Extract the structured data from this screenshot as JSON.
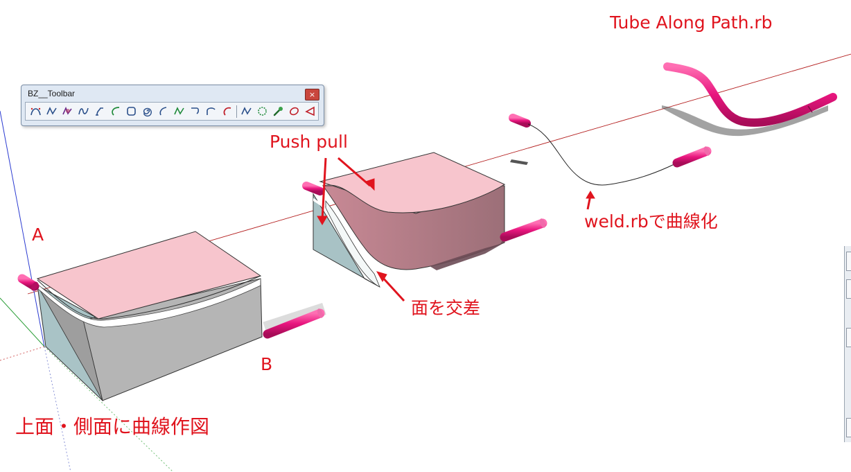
{
  "labels": {
    "title": "Tube Along Path.rb",
    "push_pull": "Push pull",
    "weld": "weld.rbで曲線化",
    "intersect": "面を交差",
    "point_a": "A",
    "point_b": "B",
    "draw_curves": "上面・側面に曲線作図"
  },
  "toolbar": {
    "title": "BZ__Toolbar",
    "close_glyph": "×",
    "tools": [
      {
        "icon": "bezier-curve-icon"
      },
      {
        "icon": "polyline-curve-icon"
      },
      {
        "icon": "freehand-curve-icon"
      },
      {
        "icon": "spline-curve-icon"
      },
      {
        "icon": "f-spline-icon"
      },
      {
        "icon": "arc-curve-icon"
      },
      {
        "icon": "rounded-rectangle-icon"
      },
      {
        "icon": "spiral-icon"
      },
      {
        "icon": "open-arc-icon"
      },
      {
        "icon": "zigzag-curve-icon"
      },
      {
        "icon": "hook-curve-icon"
      },
      {
        "icon": "bend-curve-icon"
      },
      {
        "icon": "c-curve-icon"
      },
      {
        "icon": "polyline-icon"
      },
      {
        "icon": "circle-icon"
      },
      {
        "icon": "settings-wrench-icon"
      },
      {
        "icon": "ellipse-icon"
      },
      {
        "icon": "triangle-icon"
      }
    ]
  },
  "colors": {
    "annotation": "#e0141e",
    "tube": "#e8157e",
    "top_face": "#f7c5cd",
    "side_face": "#b5b5b5"
  }
}
